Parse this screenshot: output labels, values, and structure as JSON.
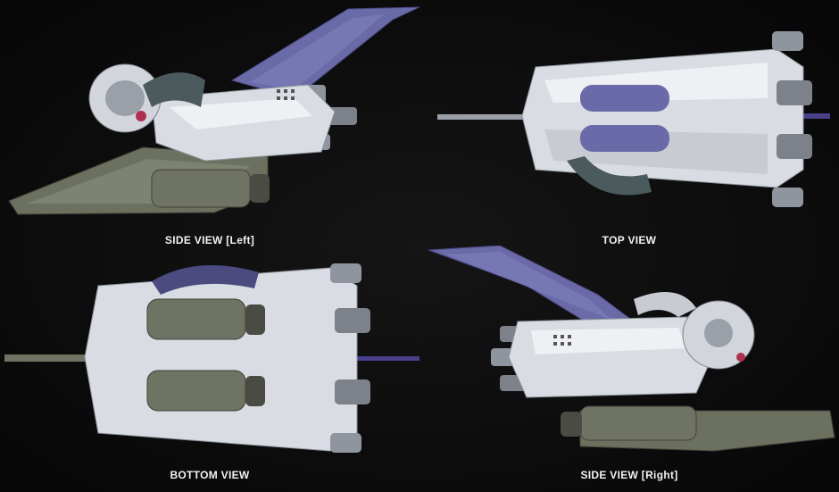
{
  "views": {
    "side_left": {
      "caption": "SIDE VIEW [Left]"
    },
    "top": {
      "caption": "TOP VIEW"
    },
    "bottom": {
      "caption": "BOTTOM VIEW"
    },
    "side_right": {
      "caption": "SIDE VIEW [Right]"
    }
  },
  "colors": {
    "background": "#0c0c0d",
    "hull_light": "#d9dde3",
    "hull_shadow": "#8f959e",
    "fin_purple": "#6a6aa8",
    "tank_olive": "#6f7363",
    "caption_text": "#f2f2f2"
  }
}
